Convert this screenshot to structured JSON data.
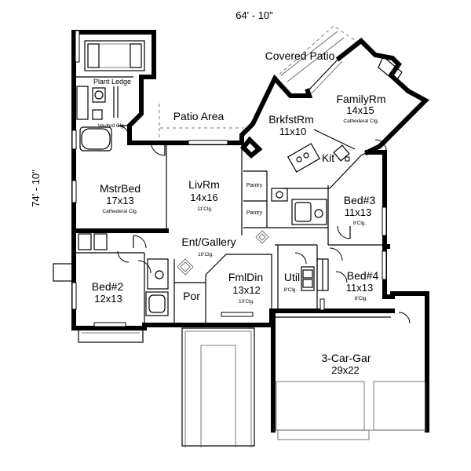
{
  "dimensions": {
    "width": "64' - 10\"",
    "depth": "74' - 10\""
  },
  "labels": {
    "covered_patio": "Covered Patio",
    "patio_area": "Patio Area",
    "plant_ledge": "Plant Ledge",
    "vaulted_clg": "Vaulted Clg.",
    "kit": "Kit",
    "pantry1": "Pantry",
    "pantry2": "Pantry",
    "util": "Util",
    "por": "Por",
    "gallery": "Ent/Gallery",
    "gallery_clg": "10'Clg."
  },
  "rooms": {
    "family": {
      "name": "FamilyRm",
      "size": "14x15",
      "note": "Cathederal Clg."
    },
    "brkfst": {
      "name": "BrkfstRm",
      "size": "11x10"
    },
    "mstr": {
      "name": "MstrBed",
      "size": "17x13",
      "note": "Cathederal Clg."
    },
    "liv": {
      "name": "LivRm",
      "size": "14x16",
      "note": "11'Clg."
    },
    "bed3": {
      "name": "Bed#3",
      "size": "11x13",
      "note": "8'Clg."
    },
    "bed4": {
      "name": "Bed#4",
      "size": "11x13",
      "note": "8'Clg."
    },
    "bed2": {
      "name": "Bed#2",
      "size": "12x13"
    },
    "fml": {
      "name": "FmlDin",
      "size": "13x12",
      "note": "10'Clg."
    },
    "util_note": "8'Clg.",
    "garage": {
      "name": "3-Car-Gar",
      "size": "29x22"
    }
  }
}
